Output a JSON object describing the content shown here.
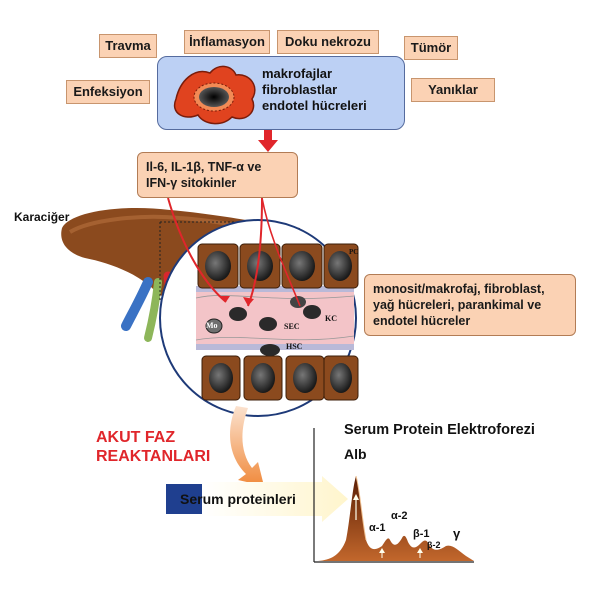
{
  "triggers": {
    "travma": "Travma",
    "inflamasyon": "İnflamasyon",
    "doku_nekrozu": "Doku nekrozu",
    "tumor": "Tümör",
    "enfeksiyon": "Enfeksiyon",
    "yaniklar": "Yanıklar"
  },
  "source_cells": {
    "line1": "makrofajlar",
    "line2": "fibroblastlar",
    "line3": "endotel hücreleri"
  },
  "cytokines": {
    "line1": "Il-6, IL-1β, TNF-α ve",
    "line2": "IFN-γ sitokinler"
  },
  "liver_label": "Karaciğer",
  "liver_cells": {
    "line1": "monosit/makrofaj, fibroblast,",
    "line2": "yağ hücreleri, parankimal ve",
    "line3": "endotel hücreler"
  },
  "cell_labels": {
    "pc": "PC",
    "sec": "SEC",
    "kc": "KC",
    "mo": "Mo",
    "hsc": "HSC"
  },
  "acute_phase": {
    "line1": "AKUT FAZ",
    "line2": "REAKTANLARI"
  },
  "serum_proteins": "Serum proteinleri",
  "electrophoresis": {
    "title": "Serum Protein Elektroforezi",
    "alb": "Alb",
    "alpha1": "α-1",
    "alpha2": "α-2",
    "beta1": "β-1",
    "beta2": "β-2",
    "gamma": "γ"
  },
  "colors": {
    "tag_fill": "#fbd2b4",
    "cells_box_fill": "#bcd0f4",
    "arrow_red": "#e0262b",
    "akut_text": "#e0262b",
    "peak_fill": "#8b3a0e",
    "serum_bar": "#1f3f8f"
  }
}
